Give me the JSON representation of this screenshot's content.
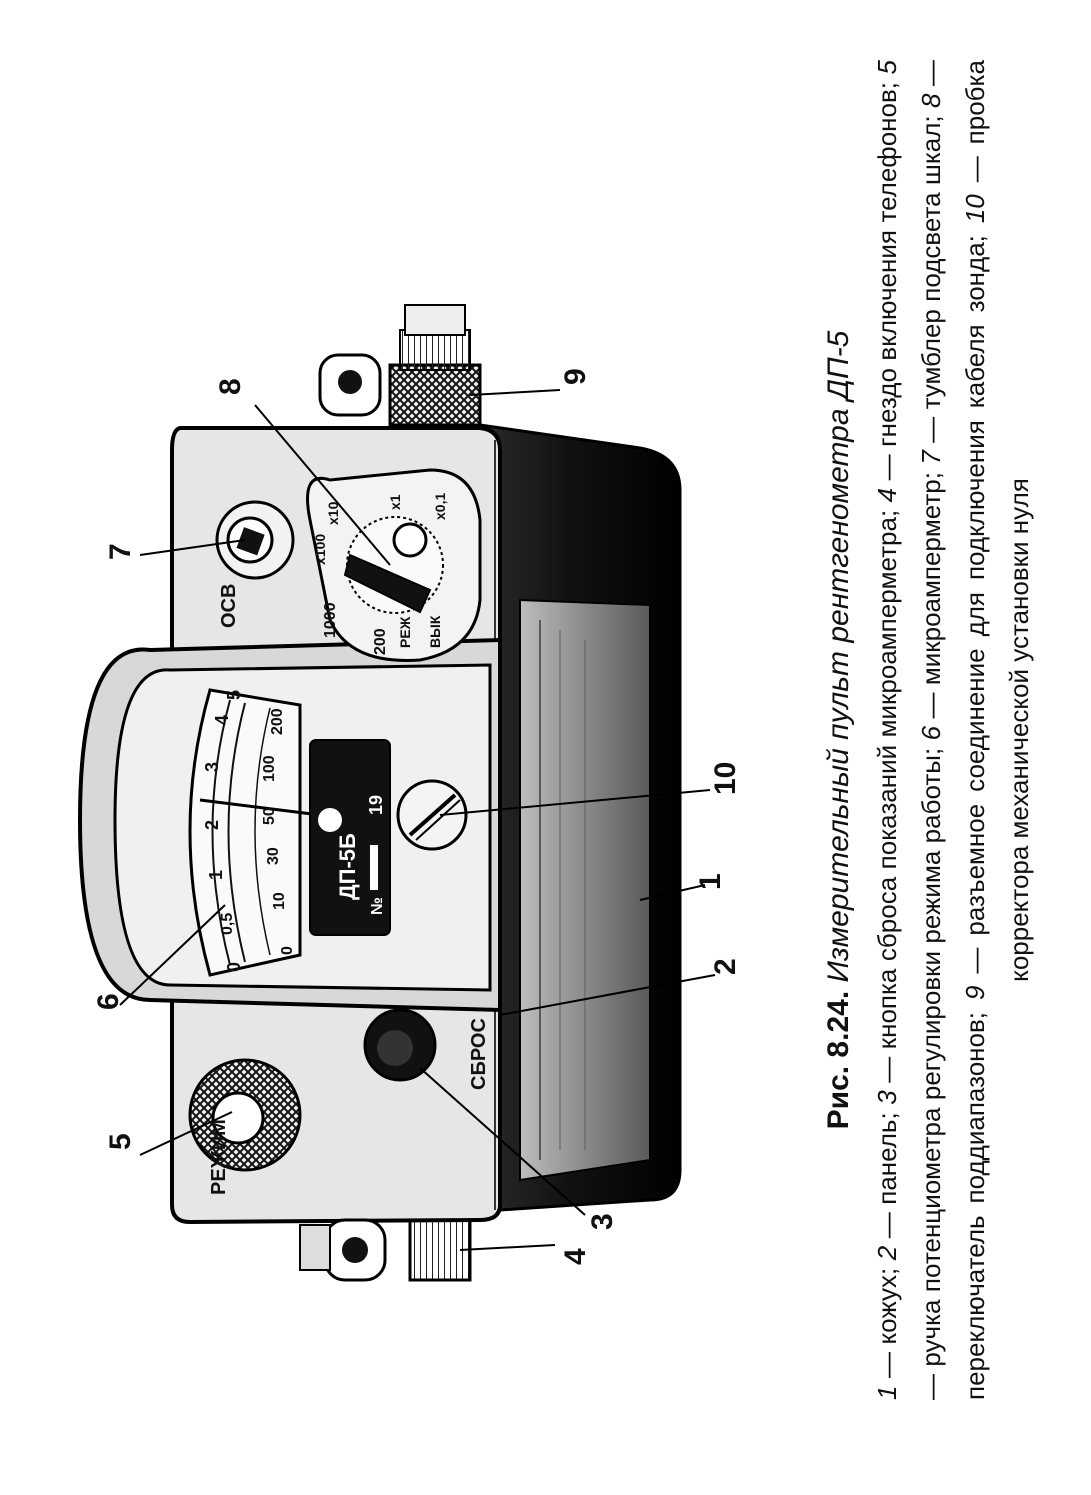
{
  "figure": {
    "number": "Рис. 8.24.",
    "title": "Измерительный пульт рентгенометра ДП-5"
  },
  "legend": [
    {
      "n": "1",
      "text": "кожух;"
    },
    {
      "n": "2",
      "text": "панель;"
    },
    {
      "n": "3",
      "text": "кнопка сброса показаний микроамперметра;"
    },
    {
      "n": "4",
      "text": "гнездо включения телефонов;"
    },
    {
      "n": "5",
      "text": "ручка потенциометра регулировки режима работы;"
    },
    {
      "n": "6",
      "text": "микроамперметр;"
    },
    {
      "n": "7",
      "text": "тумблер подсвета шкал;"
    },
    {
      "n": "8",
      "text": "переключатель поддиапазонов;"
    },
    {
      "n": "9",
      "text": "разъемное соединение для подключения кабеля зонда;"
    },
    {
      "n": "10",
      "text": "пробка корректора механической установки нуля"
    }
  ],
  "legend_dash": "—",
  "callouts": [
    "1",
    "2",
    "3",
    "4",
    "5",
    "6",
    "7",
    "8",
    "9",
    "10"
  ],
  "device_labels": {
    "mode": "РЕЖИМ",
    "reset": "СБРОС",
    "light": "ОСВ",
    "model": "ДП-5Б",
    "serial_prefix": "№",
    "serial": "19",
    "switch_positions": [
      "200",
      "1000",
      "х100",
      "х10",
      "х1",
      "х0,1",
      "РЕЖ",
      "ВЫК"
    ],
    "scale_upper": [
      "0",
      "0,5",
      "1",
      "2",
      "3",
      "4",
      "5"
    ],
    "scale_lower": [
      "0",
      "10",
      "30",
      "50",
      "100",
      "200"
    ]
  }
}
